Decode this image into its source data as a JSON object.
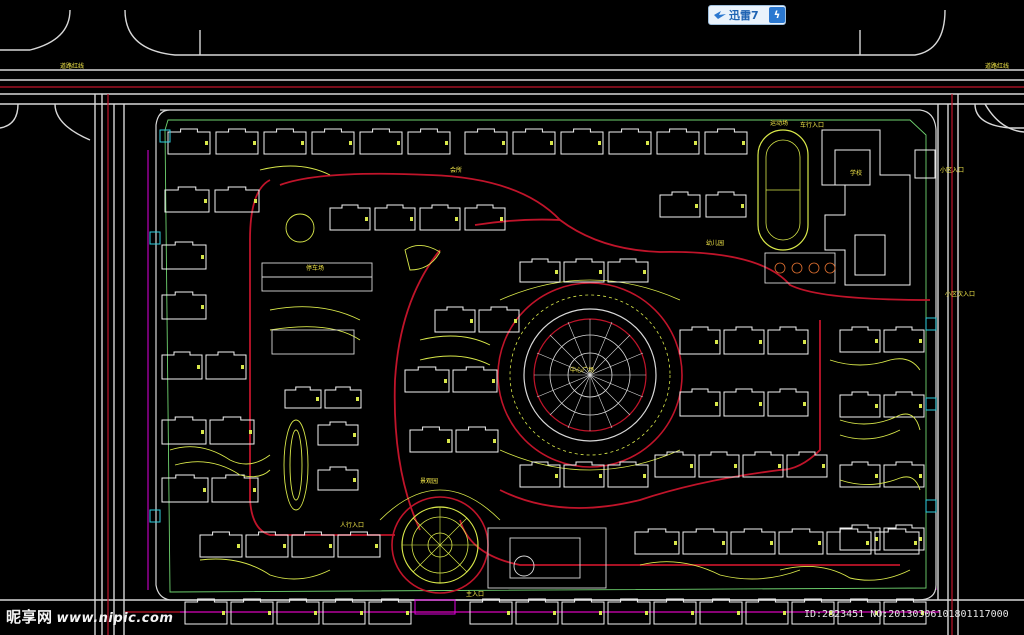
{
  "app_badge": {
    "label": "迅雷7",
    "bolt": "ϟ",
    "icon": "thunder-bird-icon"
  },
  "watermark": {
    "brand": "昵享网",
    "site": "www.nipic.com",
    "id_text": "ID:2823451 NO:20130306101801117000"
  },
  "colors": {
    "background": "#000000",
    "road": "#d8d8d8",
    "boundary": "#c0142a",
    "building": "#f2f2f2",
    "landscape": "#d9e84a",
    "green_line": "#6fd36f",
    "magenta": "#e000e0",
    "cyan": "#30d0e0",
    "label": "#f5e94a"
  },
  "labels": {
    "road_left": "道路红线",
    "road_right": "道路红线",
    "entrance_top": "车行入口",
    "entrance_right": "小区入口",
    "entrance_right2": "小区次入口",
    "entrance_bottom": "人行入口",
    "entrance_bottom2": "主入口",
    "center_square": "中心广场",
    "kindergarten": "幼儿园",
    "sports_field": "运动场",
    "clubhouse": "会所",
    "parking": "停车场",
    "garden": "景观园",
    "school": "学校"
  }
}
